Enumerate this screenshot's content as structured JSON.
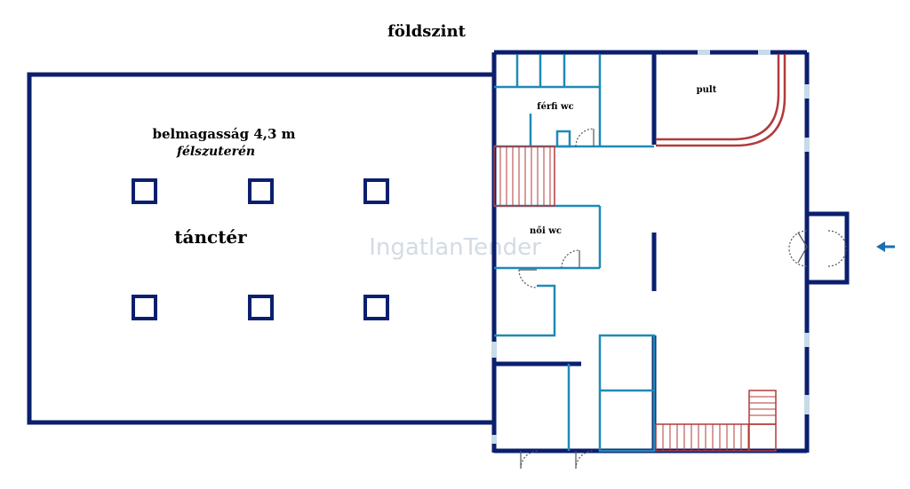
{
  "plan": {
    "title": "földszint",
    "watermark": "IngatlanTender",
    "main_hall": {
      "ceiling_height": "belmagasság 4,3 m",
      "level": "félszuterén",
      "name": "tánctér"
    },
    "rooms": {
      "mens_wc": "férfi wc",
      "womens_wc": "női wc",
      "counter": "pult"
    },
    "entrance_arrow": "entrance-arrow-icon",
    "colors": {
      "wall": "#0b1f6e",
      "partition": "#1f8ab8",
      "stairs": "#b33a3a",
      "window": "#c7dbe8",
      "arrow": "#1a6fb0"
    }
  }
}
